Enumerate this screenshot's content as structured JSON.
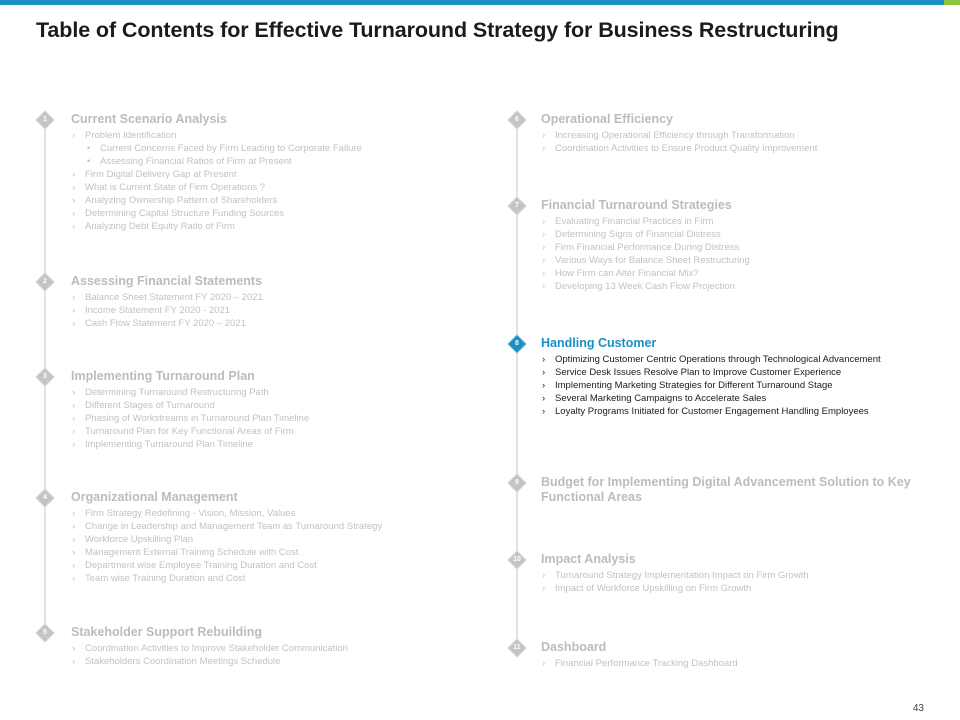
{
  "title": "Table of Contents for Effective Turnaround Strategy for Business Restructuring",
  "page_number": "43",
  "colors": {
    "accent_blue": "#1a8fc4",
    "accent_green": "#8cc63f",
    "muted": "#bcbcbc",
    "active_text": "#1b1b1b"
  },
  "left_sections": [
    {
      "num": "1",
      "title": "Current  Scenario Analysis",
      "items": [
        {
          "text": "Problem  Identification"
        },
        {
          "text": "Current Concerns Faced by Firm Leading to Corporate Failure",
          "sub": true
        },
        {
          "text": "Assessing Financial Ratios of Firm at Present",
          "sub": true
        },
        {
          "text": "Firm Digital Delivery Gap at Present"
        },
        {
          "text": "What is Current State of Firm  Operations ?"
        },
        {
          "text": "Analyzing Ownership Pattern of Shareholders"
        },
        {
          "text": "Determining  Capital Structure Funding Sources"
        },
        {
          "text": "Analyzing Debt Equity  Ratio of Firm"
        }
      ]
    },
    {
      "num": "2",
      "title": "Assessing   Financial Statements",
      "items": [
        {
          "text": "Balance Sheet Statement FY 2020 – 2021"
        },
        {
          "text": "Income Statement FY 2020 - 2021"
        },
        {
          "text": "Cash Flow Statement FY 2020 – 2021"
        }
      ]
    },
    {
      "num": "3",
      "title": "Implementing Turnaround Plan",
      "items": [
        {
          "text": "Determining  Turnaround Restructuring Path"
        },
        {
          "text": "Different Stages of Turnaround"
        },
        {
          "text": "Phasing of Workstreams in Turnaround Plan  Timeline"
        },
        {
          "text": "Turnaround Plan  for Key Functional Areas of Firm"
        },
        {
          "text": "Implementing  Turnaround Plan Timeline"
        }
      ]
    },
    {
      "num": "4",
      "title": "Organizational Management",
      "items": [
        {
          "text": "Firm Strategy Redefining - Vision, Mission, Values"
        },
        {
          "text": "Change in Leadership and Management  Team as Turnaround Strategy"
        },
        {
          "text": "Workforce Upskilling Plan"
        },
        {
          "text": "Management  External Training Schedule with Cost"
        },
        {
          "text": "Department  wise Employee Training Duration and Cost"
        },
        {
          "text": "Team wise Training Duration  and Cost"
        }
      ]
    },
    {
      "num": "5",
      "title": "Stakeholder Support Rebuilding",
      "items": [
        {
          "text": "Coordination  Activities to Improve Stakeholder Communication"
        },
        {
          "text": "Stakeholders Coordination Meetings  Schedule"
        }
      ]
    }
  ],
  "right_sections": [
    {
      "num": "6",
      "title": "Operational Efficiency",
      "items": [
        {
          "text": "Increasing Operational Efficiency through Transformation"
        },
        {
          "text": "Coordination  Activities to Ensure Product Quality Improvement"
        }
      ]
    },
    {
      "num": "7",
      "title": "Financial Turnaround Strategies",
      "items": [
        {
          "text": "Evaluating Financial Practices in Firm"
        },
        {
          "text": "Determining  Signs of Financial Distress"
        },
        {
          "text": "Firm Financial Performance During Distress"
        },
        {
          "text": "Various Ways for Balance Sheet Restructuring"
        },
        {
          "text": "How Firm can Alter Financial Mix?"
        },
        {
          "text": "Developing 13 Week Cash Flow Projection"
        }
      ]
    },
    {
      "num": "8",
      "title": "Handling Customer",
      "active": true,
      "items": [
        {
          "text": "Optimizing Customer Centric Operations through Technological Advancement"
        },
        {
          "text": "Service Desk Issues Resolve Plan to Improve Customer Experience"
        },
        {
          "text": "Implementing  Marketing Strategies for Different Turnaround Stage"
        },
        {
          "text": "Several Marketing Campaigns to Accelerate Sales"
        },
        {
          "text": "Loyalty Programs Initiated  for Customer Engagement  Handling Employees"
        }
      ]
    },
    {
      "num": "9",
      "title": "Budget for Implementing Digital Advancement Solution to Key Functional Areas",
      "items": []
    },
    {
      "num": "10",
      "title": "Impact Analysis",
      "items": [
        {
          "text": "Turnaround Strategy Implementation  Impact on Firm Growth"
        },
        {
          "text": "Impact  of Workforce Upskilling on Firm  Growth"
        }
      ]
    },
    {
      "num": "11",
      "title": "Dashboard",
      "items": [
        {
          "text": "Financial Performance Tracking Dashboard"
        }
      ]
    }
  ]
}
